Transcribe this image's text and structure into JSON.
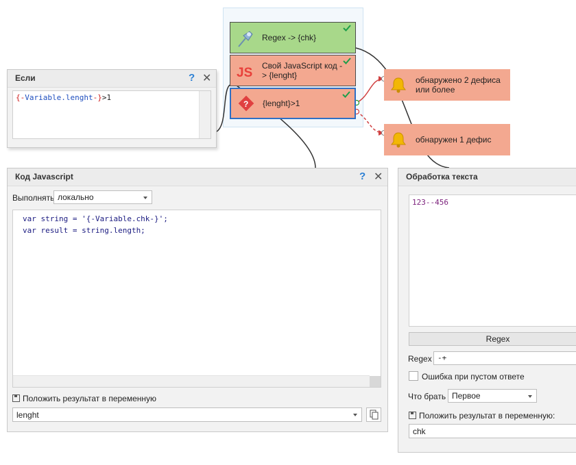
{
  "flow": {
    "nodes": [
      {
        "label": "Regex -> {chk}",
        "color": "#a8d88a"
      },
      {
        "label": "Свой JavaScript код -> {lenght}",
        "color": "#f3a890"
      },
      {
        "label": "{lenght}>1",
        "color": "#f3a890"
      }
    ],
    "alerts": [
      {
        "label": "обнаружено 2 дефиса или более"
      },
      {
        "label": "обнаружен 1 дефис"
      }
    ]
  },
  "if_panel": {
    "title": "Если",
    "help": "?",
    "close": "✕",
    "code": {
      "open": "{-",
      "var": "Variable.lenght",
      "close": "-}",
      "rest": ">1"
    }
  },
  "js_panel": {
    "title": "Код Javascript",
    "help": "?",
    "close": "✕",
    "run_label": "Выполнять",
    "run_value": "локально",
    "code_lines": [
      "var string = '{-Variable.chk-}';",
      "var result = string.length;"
    ],
    "save_label": "Положить результат в переменную",
    "var_value": "lenght"
  },
  "text_panel": {
    "title": "Обработка текста",
    "input_text": "123--456",
    "regex_button": "Regex",
    "regex_label": "Regex",
    "regex_value": "-+",
    "error_checkbox_label": "Ошибка при пустом ответе",
    "take_label": "Что брать",
    "take_value": "Первое",
    "save_label": "Положить результат в переменную:",
    "var_value": "chk"
  },
  "colors": {
    "accent_blue": "#2a7fd4",
    "node_green": "#a8d88a",
    "node_red": "#f3a890",
    "js_red": "#e8403a"
  }
}
